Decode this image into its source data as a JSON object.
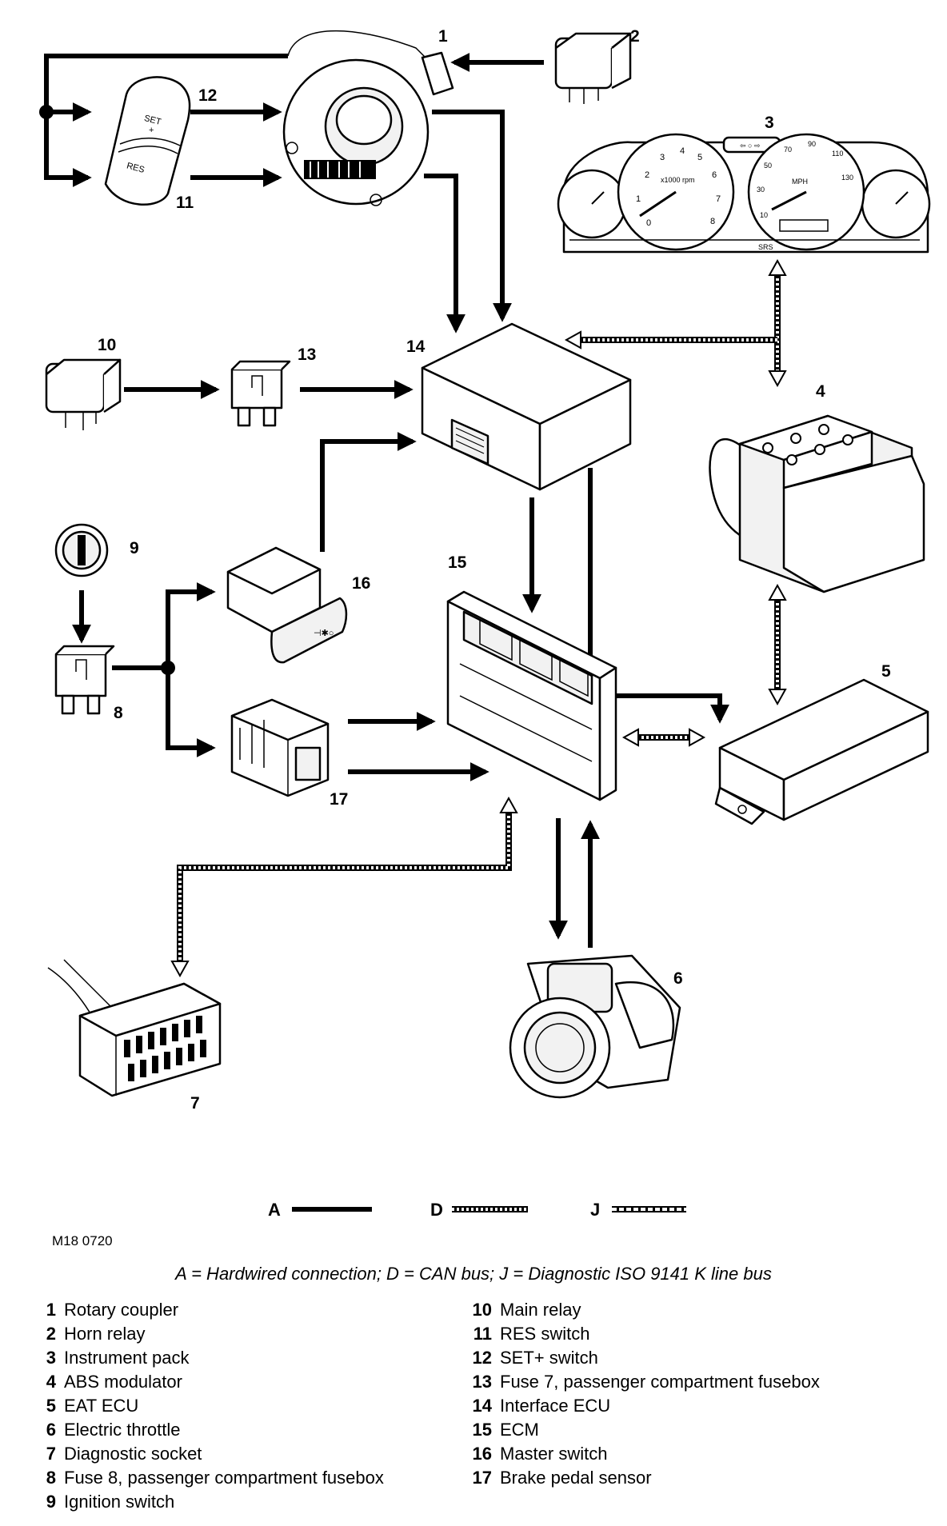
{
  "labels": {
    "n1": "1",
    "n2": "2",
    "n3": "3",
    "n4": "4",
    "n5": "5",
    "n6": "6",
    "n7": "7",
    "n8": "8",
    "n9": "9",
    "n10": "10",
    "n11": "11",
    "n12": "12",
    "n13": "13",
    "n14": "14",
    "n15": "15",
    "n16": "16",
    "n17": "17"
  },
  "switch_text": {
    "set": "SET",
    "plus": "+",
    "res": "RES"
  },
  "gauge_text": {
    "tacho": [
      "0",
      "1",
      "2",
      "3",
      "4",
      "5",
      "6",
      "7",
      "8"
    ],
    "tacho_unit": "x1000 rpm",
    "speedo": [
      "10",
      "30",
      "50",
      "70",
      "90",
      "110",
      "130"
    ],
    "speedo_unit": "MPH",
    "srs": "SRS"
  },
  "legend": {
    "a": {
      "key": "A"
    },
    "d": {
      "key": "D"
    },
    "j": {
      "key": "J"
    }
  },
  "figure_ref": "M18 0720",
  "caption": "A = Hardwired connection; D = CAN bus; J = Diagnostic ISO 9141 K line bus",
  "key": [
    {
      "num": "1",
      "text": "Rotary coupler"
    },
    {
      "num": "2",
      "text": "Horn relay"
    },
    {
      "num": "3",
      "text": "Instrument pack"
    },
    {
      "num": "4",
      "text": "ABS modulator"
    },
    {
      "num": "5",
      "text": "EAT ECU"
    },
    {
      "num": "6",
      "text": "Electric throttle"
    },
    {
      "num": "7",
      "text": "Diagnostic socket"
    },
    {
      "num": "8",
      "text": "Fuse 8, passenger compartment fusebox"
    },
    {
      "num": "9",
      "text": "Ignition switch"
    },
    {
      "num": "10",
      "text": "Main relay"
    },
    {
      "num": "11",
      "text": "RES switch"
    },
    {
      "num": "12",
      "text": "SET+ switch"
    },
    {
      "num": "13",
      "text": "Fuse 7, passenger compartment fusebox"
    },
    {
      "num": "14",
      "text": "Interface ECU"
    },
    {
      "num": "15",
      "text": "ECM"
    },
    {
      "num": "16",
      "text": "Master switch"
    },
    {
      "num": "17",
      "text": "Brake pedal sensor"
    }
  ]
}
